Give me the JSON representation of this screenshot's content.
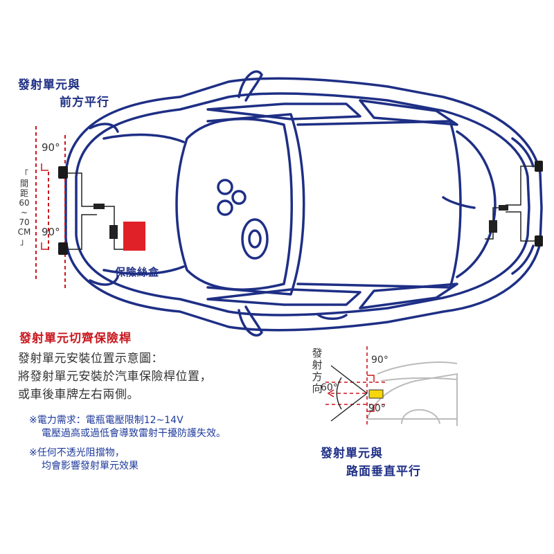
{
  "title_top": {
    "line1": "發射單元與",
    "line2": "前方平行"
  },
  "angle_front_upper": "90°",
  "angle_front_lower": "90°",
  "spacing_label": [
    "「",
    "間",
    "距",
    "60",
    "~",
    "70",
    "CM",
    "」"
  ],
  "fuse_box_label": "保險絲盒",
  "section_red_title": "發射單元切齊保險桿",
  "description": [
    "發射單元安裝位置示意圖：",
    "將發射單元安裝於汽車保險桿位置，",
    "或車後車牌左右兩側。"
  ],
  "notes": [
    {
      "line1": "※電力需求：電瓶電壓限制12~14V",
      "line2": "電壓過高或過低會導致雷射干擾防護失效。"
    },
    {
      "line1": "※任何不透光阻擋物，",
      "line2": "均會影響發射單元效果"
    }
  ],
  "direction_label": [
    "發",
    "射",
    "方",
    "向"
  ],
  "angle_side_60": "60°",
  "angle_side_upper": "90°",
  "angle_side_lower": "90°",
  "title_bottom": {
    "line1": "發射單元與",
    "line2": "路面垂直平行"
  },
  "colors": {
    "car_outline": "#1e2f85",
    "accent_red": "#c8161d",
    "fuse_box": "#e02127",
    "unit_yellow": "#f5d60a"
  }
}
